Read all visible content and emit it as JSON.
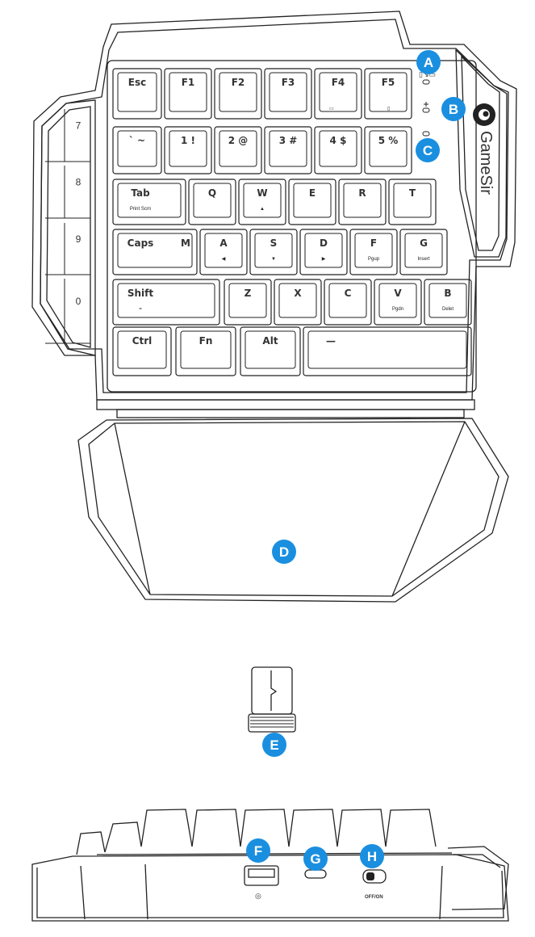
{
  "colors": {
    "callout": "#1a8fe0",
    "line": "#222222"
  },
  "side_keys": [
    "7",
    "8",
    "9",
    "0"
  ],
  "rows": [
    [
      {
        "main": "Esc",
        "sub": ""
      },
      {
        "main": "F1",
        "sub": ""
      },
      {
        "main": "F2",
        "sub": ""
      },
      {
        "main": "F3",
        "sub": ""
      },
      {
        "main": "F4",
        "sub": ""
      },
      {
        "main": "F5",
        "sub": ""
      }
    ],
    [
      {
        "main": "` ~",
        "sub": ""
      },
      {
        "main": "1 !",
        "sub": ""
      },
      {
        "main": "2 @",
        "sub": ""
      },
      {
        "main": "3 #",
        "sub": ""
      },
      {
        "main": "4 $",
        "sub": ""
      },
      {
        "main": "5 %",
        "sub": ""
      }
    ],
    [
      {
        "main": "Tab",
        "sub": "Print Scrn"
      },
      {
        "main": "Q",
        "sub": ""
      },
      {
        "main": "W",
        "sub": "▲"
      },
      {
        "main": "E",
        "sub": ""
      },
      {
        "main": "R",
        "sub": ""
      },
      {
        "main": "T",
        "sub": ""
      }
    ],
    [
      {
        "main": "Caps",
        "sub": ""
      },
      {
        "main": "A",
        "sub": "◀"
      },
      {
        "main": "S",
        "sub": "▼"
      },
      {
        "main": "D",
        "sub": "▶"
      },
      {
        "main": "F",
        "sub": "Pgup"
      },
      {
        "main": "G",
        "sub": "Insert"
      }
    ],
    [
      {
        "main": "Shift",
        "sub": "="
      },
      {
        "main": "Z",
        "sub": ""
      },
      {
        "main": "X",
        "sub": ""
      },
      {
        "main": "C",
        "sub": ""
      },
      {
        "main": "V",
        "sub": "Pgdn"
      },
      {
        "main": "B",
        "sub": "Delet"
      }
    ],
    [
      {
        "main": "Ctrl",
        "sub": ""
      },
      {
        "main": "Fn",
        "sub": ""
      },
      {
        "main": "Alt",
        "sub": ""
      },
      {
        "main": "—",
        "sub": ""
      }
    ]
  ],
  "caps_mark": "M",
  "brand": "GameSir",
  "switch_label": "OFF/ON",
  "callouts": {
    "A": "A",
    "B": "B",
    "C": "C",
    "D": "D",
    "E": "E",
    "F": "F",
    "G": "G",
    "H": "H"
  }
}
